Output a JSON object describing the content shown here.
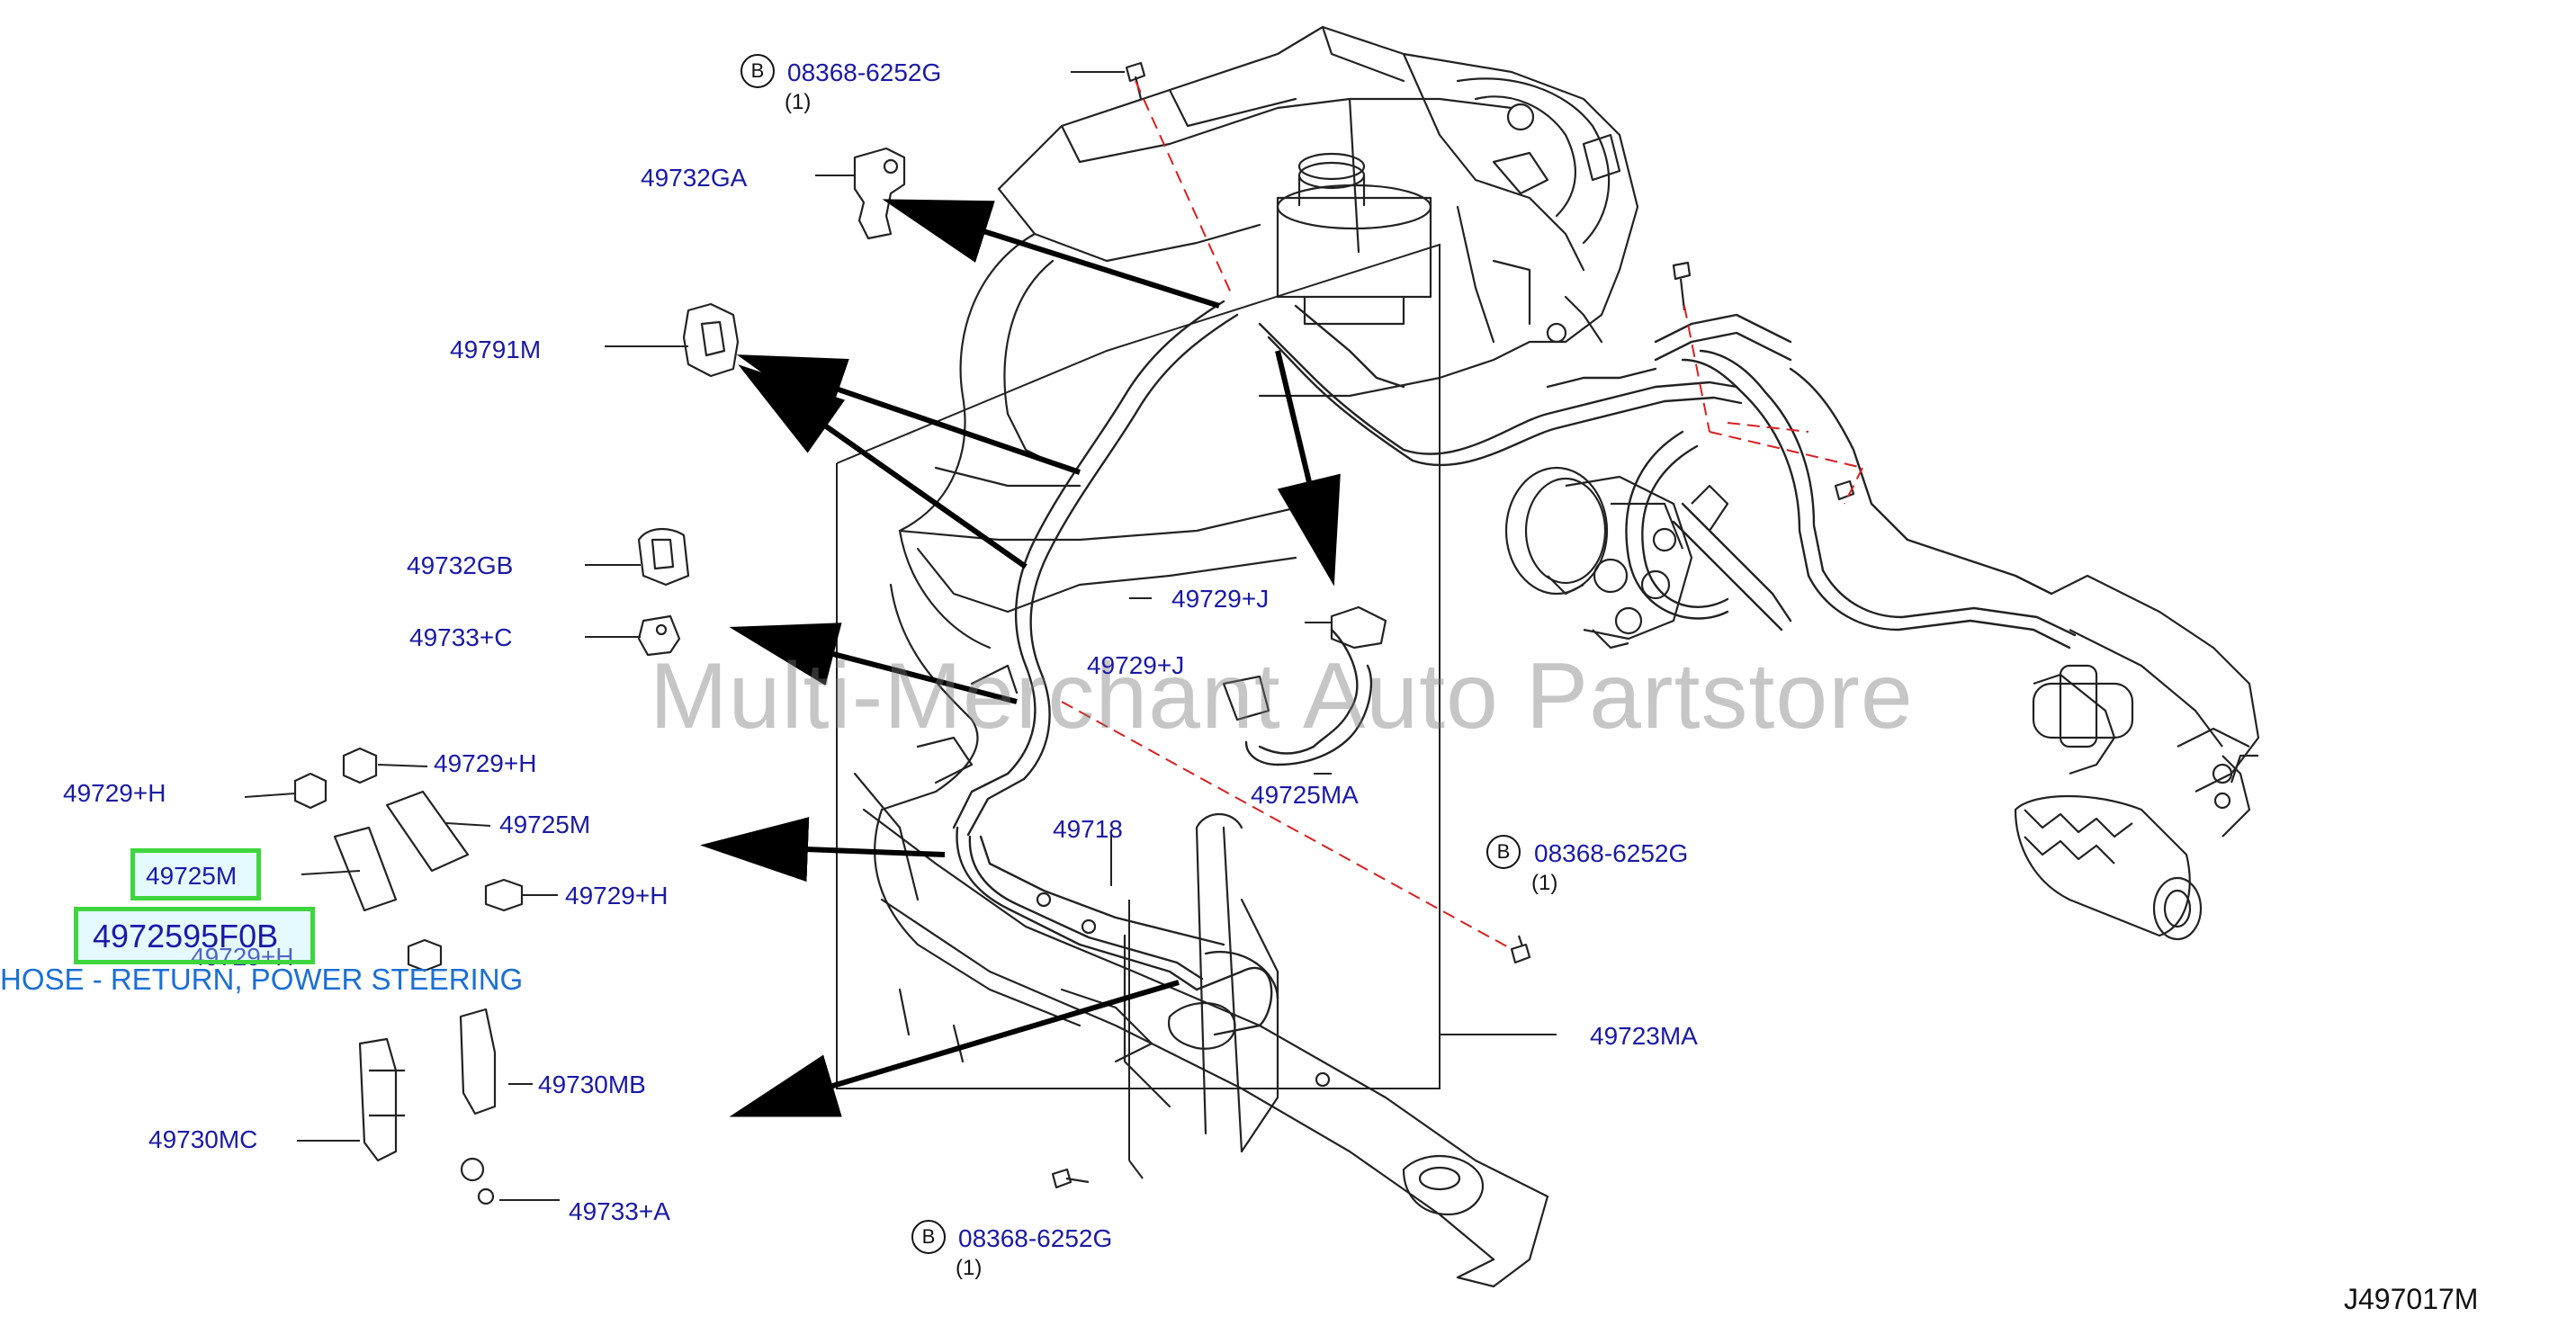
{
  "diagram_code": "J497017M",
  "watermark": "Multi-Merchant Auto Partstore",
  "highlight": {
    "part": "49725M",
    "part_number": "4972595F0B",
    "description": "HOSE - RETURN, POWER STEERING",
    "hidden_label": "49729+H"
  },
  "bolt_refs": [
    {
      "marker": "B",
      "part": "08368-6252G",
      "qty": "(1)"
    },
    {
      "marker": "B",
      "part": "08368-6252G",
      "qty": "(1)"
    },
    {
      "marker": "B",
      "part": "08368-6252G",
      "qty": "(1)"
    }
  ],
  "labels": {
    "l_49732GA": "49732GA",
    "l_49791M": "49791M",
    "l_49732GB": "49732GB",
    "l_49733C": "49733+C",
    "l_49729H_a": "49729+H",
    "l_49729H_b": "49729+H",
    "l_49725M": "49725M",
    "l_49729H_c": "49729+H",
    "l_49730MB": "49730MB",
    "l_49730MC": "49730MC",
    "l_49733A": "49733+A",
    "l_49729J_a": "49729+J",
    "l_49729J_b": "49729+J",
    "l_49725MA": "49725MA",
    "l_49718": "49718",
    "l_49723MA": "49723MA"
  },
  "colors": {
    "label": "#1a1aa6",
    "highlight_border": "#3ed63e",
    "description": "#1a6fd6",
    "dashed_line": "#d62020",
    "drawing": "#222222"
  }
}
